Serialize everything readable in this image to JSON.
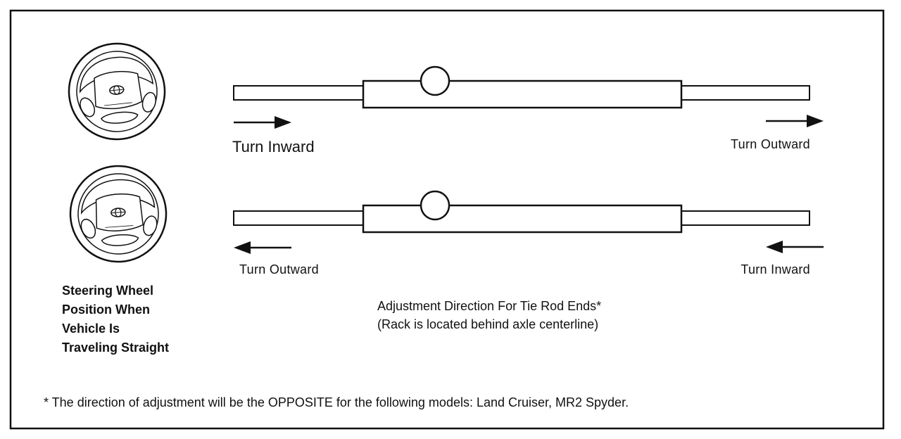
{
  "colors": {
    "ink": "#111111",
    "paper": "#ffffff"
  },
  "icons": {
    "steering_wheel_top": "steering-wheel-icon",
    "steering_wheel_bottom": "steering-wheel-icon"
  },
  "upper_rack": {
    "left_label": "Turn Inward",
    "right_label": "Turn Outward",
    "left_arrow": "right-arrow-icon",
    "right_arrow": "right-arrow-icon"
  },
  "lower_rack": {
    "left_label": "Turn Outward",
    "right_label": "Turn Inward",
    "left_arrow": "left-arrow-icon",
    "right_arrow": "left-arrow-icon"
  },
  "steering_caption": {
    "line1": "Steering Wheel",
    "line2": "Position When",
    "line3": "Vehicle Is",
    "line4": "Traveling Straight"
  },
  "center_caption": {
    "line1": "Adjustment Direction For Tie Rod Ends*",
    "line2": "(Rack is located behind axle centerline)"
  },
  "footnote": "*  The direction of adjustment will be the OPPOSITE for the following models:  Land Cruiser, MR2 Spyder."
}
